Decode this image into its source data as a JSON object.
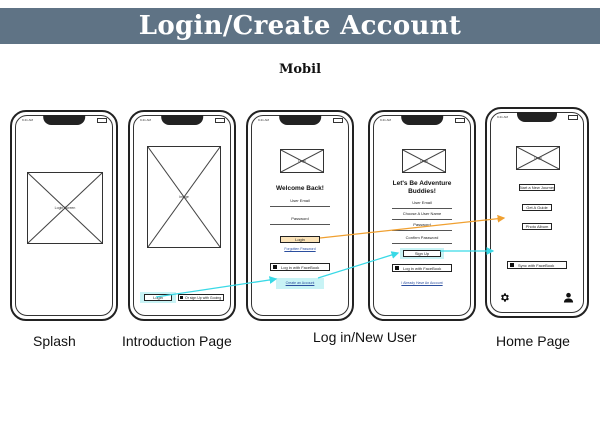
{
  "banner": {
    "title": "Login/Create Account"
  },
  "subtitle": "Mobil",
  "placeholders": {
    "login_screen": "Login Screen",
    "image": "Image",
    "logo": "Logo"
  },
  "captions": {
    "splash": "Splash",
    "intro": "Introduction Page",
    "login": "Log in/New User",
    "home": "Home Page"
  },
  "intro": {
    "login_button": "Login",
    "google_button": "Or sign Up with Gooing"
  },
  "login": {
    "heading": "Welcome Back!",
    "email_label": "User Email",
    "password_label": "Password",
    "login_button": "Login",
    "forgotten_password": "Forgotten Password",
    "facebook_button": "Log in with FaceBook",
    "create_account": "Create an Account"
  },
  "signup": {
    "heading_line1": "Let's Be Adventure",
    "heading_line2": "Buddies!",
    "email_label": "User Email",
    "username_label": "Choose A User Name",
    "password_label": "Password",
    "confirm_label": "Confirm Password",
    "signup_button": "Sign Up",
    "facebook_button": "Log in with FaceBook",
    "existing_account": "I Already Have An Account"
  },
  "home": {
    "start_journey": "Start a New Journey",
    "get_a_guide": "Get A Guide",
    "photo_album": "Photo Album",
    "sync_facebook": "Sync with FaceBook",
    "settings_icon": "gear-icon",
    "profile_icon": "user-icon"
  },
  "status": {
    "time": "9:41 AM"
  },
  "colors": {
    "banner": "#5f7385",
    "highlight": "#c8f3f5",
    "arrow_cyan": "#39d9e6",
    "arrow_orange": "#f0a030",
    "login_fill": "#fbe3b8"
  }
}
